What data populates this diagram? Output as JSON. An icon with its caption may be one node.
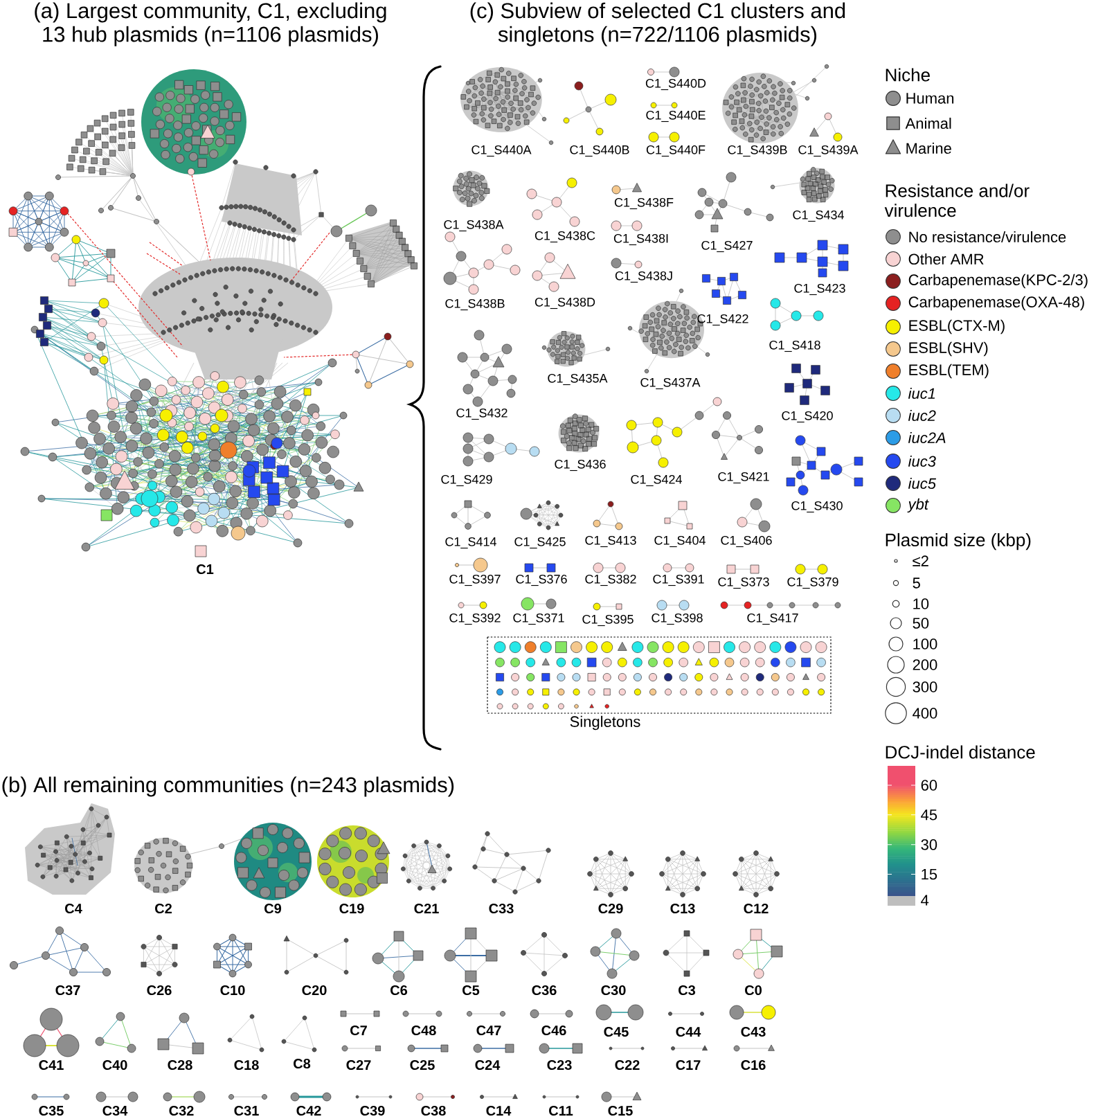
{
  "diagram": {
    "labels": [
      "(a) Largest community, C1, excluding 13 hub plasmids (n=1106 plasmids)",
      "C1",
      "(c) Subview of selected C1 clusters and singletons (n=722/1106 plasmids)",
      "C1_S440A",
      "C1_S440B",
      "C1_S440D",
      "C1_S440E",
      "C1_S440F",
      "C1_S439B",
      "C1_S439A",
      "C1_S438A",
      "C1_S438C",
      "C1_S438F",
      "C1_S438I",
      "C1_S427",
      "C1_S434",
      "C1_S438B",
      "C1_S438D",
      "C1_S438J",
      "C1_S422",
      "C1_S423",
      "C1_S418",
      "C1_S432",
      "C1_S435A",
      "C1_S437A",
      "C1_S420",
      "C1_S429",
      "C1_S436",
      "C1_S424",
      "C1_S421",
      "C1_S430",
      "C1_S414",
      "C1_S425",
      "C1_S413",
      "C1_S404",
      "C1_S406",
      "C1_S397",
      "C1_S376",
      "C1_S382",
      "C1_S391",
      "C1_S373",
      "C1_S379",
      "C1_S392",
      "C1_S371",
      "C1_S395",
      "C1_S398",
      "C1_S417",
      "Singletons",
      "Niche",
      "Resistance and/or virulence",
      "Plasmid size (kbp)",
      "DCJ-indel distance",
      "60",
      "45",
      "30",
      "15",
      "4",
      "(b) All remaining communities (n=243 plasmids)",
      "C4",
      "C2",
      "C9",
      "C19",
      "C21",
      "C33",
      "C29",
      "C13",
      "C12",
      "C37",
      "C26",
      "C10",
      "C20",
      "C6",
      "C5",
      "C36",
      "C30",
      "C3",
      "C0",
      "C41",
      "C40",
      "C28",
      "C18",
      "C8",
      "C7",
      "C48",
      "C47",
      "C46",
      "C45",
      "C44",
      "C43",
      "C27",
      "C25",
      "C24",
      "C23",
      "C22",
      "C17",
      "C16",
      "C35",
      "C34",
      "C32",
      "C31",
      "C42",
      "C39",
      "C38",
      "C14",
      "C11",
      "C15"
    ],
    "legend": [
      {
        "text": "Human"
      },
      {
        "text": "Animal"
      },
      {
        "text": "Marine"
      },
      {
        "text": "No resistance/virulence",
        "color": "#8e8e8e"
      },
      {
        "text": "Other AMR",
        "color": "#f8d3d3"
      },
      {
        "text": "Carbapenemase(KPC-2/3)",
        "color": "#8b1e1e"
      },
      {
        "text": "Carbapenemase(OXA-48)",
        "color": "#e52323"
      },
      {
        "text": "ESBL(CTX-M)",
        "color": "#f6f000"
      },
      {
        "text": "ESBL(SHV)",
        "color": "#f5c88d"
      },
      {
        "text": "ESBL(TEM)",
        "color": "#ef7f2b"
      },
      {
        "text": "iuc1",
        "color": "#26e8e8"
      },
      {
        "text": "iuc2",
        "color": "#b8ddf2"
      },
      {
        "text": "iuc2A",
        "color": "#2c9ce6"
      },
      {
        "text": "iuc3",
        "color": "#2549ef"
      },
      {
        "text": "iuc5",
        "color": "#1f2a7c"
      },
      {
        "text": "ybt",
        "color": "#86e563"
      },
      {
        "text": "≤2"
      },
      {
        "text": "5"
      },
      {
        "text": "10"
      },
      {
        "text": "50"
      },
      {
        "text": "100"
      },
      {
        "text": "200"
      },
      {
        "text": "300"
      },
      {
        "text": "400"
      }
    ]
  }
}
